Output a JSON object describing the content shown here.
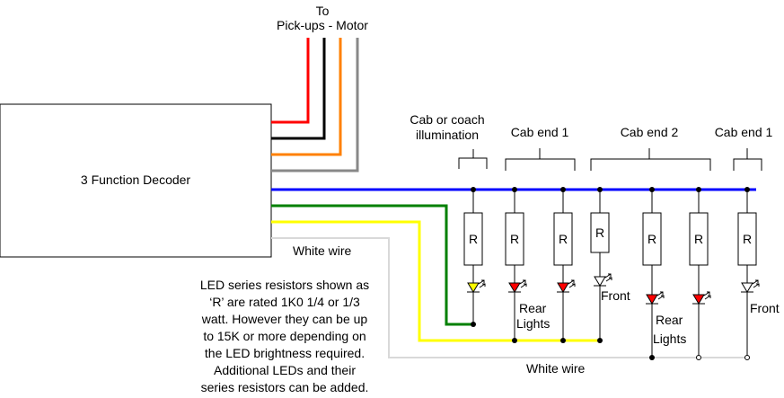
{
  "top_label": {
    "line1": "To",
    "line2": "Pick-ups - Motor"
  },
  "decoder": {
    "label": "3 Function Decoder"
  },
  "groups": {
    "cab_illum_line1": "Cab or coach",
    "cab_illum_line2": "illumination",
    "cab_end_1a": "Cab end 1",
    "cab_end_2": "Cab end 2",
    "cab_end_1b": "Cab end 1"
  },
  "resistor_symbol": "R",
  "labels": {
    "front_1": "Front",
    "front_2": "Front",
    "rear_1_line1": "Rear",
    "rear_1_line2": "Lights",
    "rear_2_line1": "Rear",
    "rear_2_line2": "Lights",
    "white_wire_top": "White wire",
    "white_wire_bottom": "White wire"
  },
  "note": [
    "LED series resistors shown as",
    "‘R’ are rated 1K0 1/4 or 1/3",
    "watt. However they can be up",
    "to 15K or more depending on",
    "the LED brightness required.",
    "Additional LEDs and their",
    "series resistors can be added."
  ],
  "colors": {
    "wire_red": "#ff0000",
    "wire_black": "#000000",
    "wire_orange": "#ff8000",
    "wire_grey": "#888888",
    "wire_blue": "#0000ff",
    "wire_green": "#008000",
    "wire_yellow": "#ffff00",
    "wire_white": "#d9d9d9",
    "led_yellow": "#ffff00",
    "led_red": "#ff0000"
  }
}
